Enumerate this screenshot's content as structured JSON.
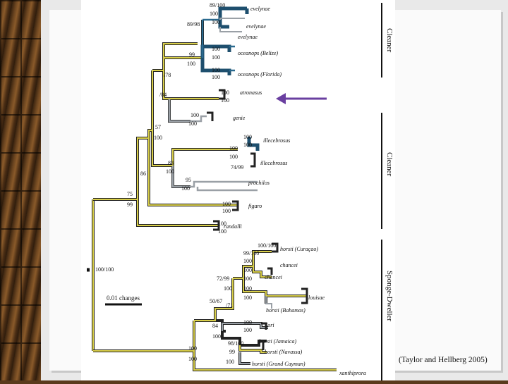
{
  "citation": "(Taylor and Hellberg 2005)",
  "scale_bar_label": "0.01 changes",
  "groups": [
    {
      "label": "Cleaner"
    },
    {
      "label": "Cleaner"
    },
    {
      "label": "Sponge-Dweller"
    }
  ],
  "tips": [
    {
      "label": "evelynae"
    },
    {
      "label": "evelynae"
    },
    {
      "label": "evelynae"
    },
    {
      "label": "oceanops (Belize)"
    },
    {
      "label": "oceanops (Florida)"
    },
    {
      "label": "atronasus"
    },
    {
      "label": "genie"
    },
    {
      "label": "illecebrosus"
    },
    {
      "label": "illecebrosus"
    },
    {
      "label": "prochilos"
    },
    {
      "label": "figaro"
    },
    {
      "label": "randalli"
    },
    {
      "label": "horsti (Curaçao)"
    },
    {
      "label": "chancei"
    },
    {
      "label": "chancei"
    },
    {
      "label": "louisae"
    },
    {
      "label": "horsti (Bahamas)"
    },
    {
      "label": "lori"
    },
    {
      "label": "horsti (Jamaica)"
    },
    {
      "label": "horsti (Navassa)"
    },
    {
      "label": "horsti (Grand Cayman)"
    },
    {
      "label": "xanthiprora"
    }
  ],
  "supports": [
    {
      "text": "89/100"
    },
    {
      "text": "100"
    },
    {
      "text": "89/98"
    },
    {
      "text": "100"
    },
    {
      "text": "99"
    },
    {
      "text": "100"
    },
    {
      "text": "100"
    },
    {
      "text": "100"
    },
    {
      "text": "100"
    },
    {
      "text": "100"
    },
    {
      "text": "/78"
    },
    {
      "text": "/84"
    },
    {
      "text": "100"
    },
    {
      "text": "100"
    },
    {
      "text": "100"
    },
    {
      "text": "100"
    },
    {
      "text": "57"
    },
    {
      "text": "100"
    },
    {
      "text": "100"
    },
    {
      "text": "100"
    },
    {
      "text": "100"
    },
    {
      "text": "100"
    },
    {
      "text": "74/99"
    },
    {
      "text": "83"
    },
    {
      "text": "100"
    },
    {
      "text": "86"
    },
    {
      "text": "95"
    },
    {
      "text": "100"
    },
    {
      "text": "75"
    },
    {
      "text": "99"
    },
    {
      "text": "100"
    },
    {
      "text": "100"
    },
    {
      "text": "100"
    },
    {
      "text": "100"
    },
    {
      "text": "100/100"
    },
    {
      "text": "100/100"
    },
    {
      "text": "99/100"
    },
    {
      "text": "100"
    },
    {
      "text": "100"
    },
    {
      "text": "100"
    },
    {
      "text": "72/99"
    },
    {
      "text": "100"
    },
    {
      "text": "100"
    },
    {
      "text": "100"
    },
    {
      "text": "50/67"
    },
    {
      "text": "/71"
    },
    {
      "text": "100"
    },
    {
      "text": "100"
    },
    {
      "text": "84"
    },
    {
      "text": "100"
    },
    {
      "text": "98/100"
    },
    {
      "text": "99"
    },
    {
      "text": "100"
    },
    {
      "text": "100"
    },
    {
      "text": "100"
    }
  ],
  "colors": {
    "yellow_branch": "#d9cf4a",
    "blue_branch": "#2a6a8f",
    "gray_branch": "#9aa0a6",
    "arrow": "#6a3fa0",
    "outline": "#222222"
  }
}
